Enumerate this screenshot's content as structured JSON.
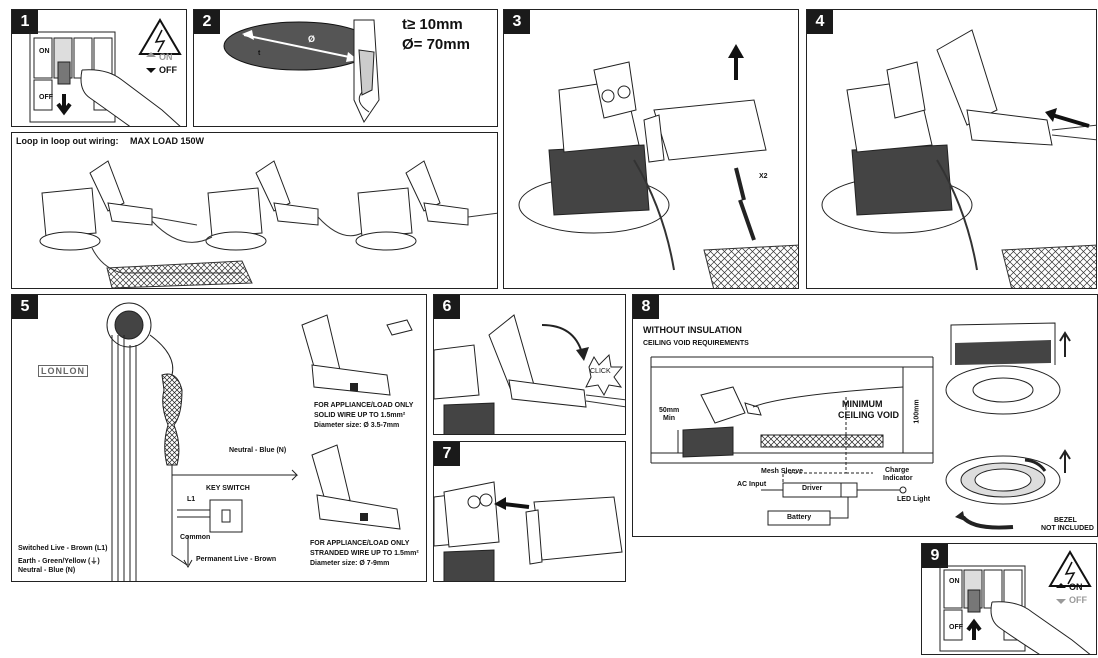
{
  "panels": {
    "p1": {
      "num": "1",
      "on_label": "ON",
      "off_label": "OFF",
      "switch_on": "ON",
      "switch_off": "OFF"
    },
    "p2": {
      "num": "2",
      "thickness": "t≥ 10mm",
      "diameter": "Ø= 70mm",
      "diameter_mark": "Ø",
      "t_mark": "t"
    },
    "loop": {
      "title": "Loop in loop out wiring:",
      "max_load": "MAX LOAD 150W"
    },
    "p3": {
      "num": "3",
      "x2": "X2"
    },
    "p4": {
      "num": "4"
    },
    "p5": {
      "num": "5",
      "brand": "LONLON",
      "solid_1": "FOR APPLIANCE/LOAD ONLY",
      "solid_2": "SOLID WIRE UP TO 1.5mm²",
      "solid_3": "Diameter size: Ø 3.5-7mm",
      "strand_1": "FOR APPLIANCE/LOAD ONLY",
      "strand_2": "STRANDED WIRE UP TO 1.5mm²",
      "strand_3": "Diameter size: Ø 7-9mm",
      "neutral": "Neutral - Blue (N)",
      "key_switch": "KEY SWITCH",
      "l1": "L1",
      "common": "Common",
      "perm_live": "Permanent Live - Brown",
      "switched_live": "Switched Live - Brown (L1)",
      "earth": "Earth - Green/Yellow (⏚)",
      "neutral_n": "Neutral - Blue (N)"
    },
    "p6": {
      "num": "6",
      "click": "CLICK"
    },
    "p7": {
      "num": "7"
    },
    "p8": {
      "num": "8",
      "without": "WITHOUT INSULATION",
      "ceiling_req": "CEILING VOID REQUIREMENTS",
      "min_50": "50mm",
      "min_label": "Min",
      "min_void_1": "MINIMUM",
      "min_void_2": "CEILING VOID",
      "v100": "100mm",
      "mesh": "Mesh Sleeve",
      "charge_1": "Charge",
      "charge_2": "Indicator",
      "ac_input": "AC Input",
      "driver": "Driver",
      "led": "LED Light",
      "battery": "Battery",
      "bezel_1": "BEZEL",
      "bezel_2": "NOT INCLUDED"
    },
    "p9": {
      "num": "9",
      "on_label": "ON",
      "off_label": "OFF",
      "switch_on": "ON",
      "switch_off": "OFF"
    }
  }
}
